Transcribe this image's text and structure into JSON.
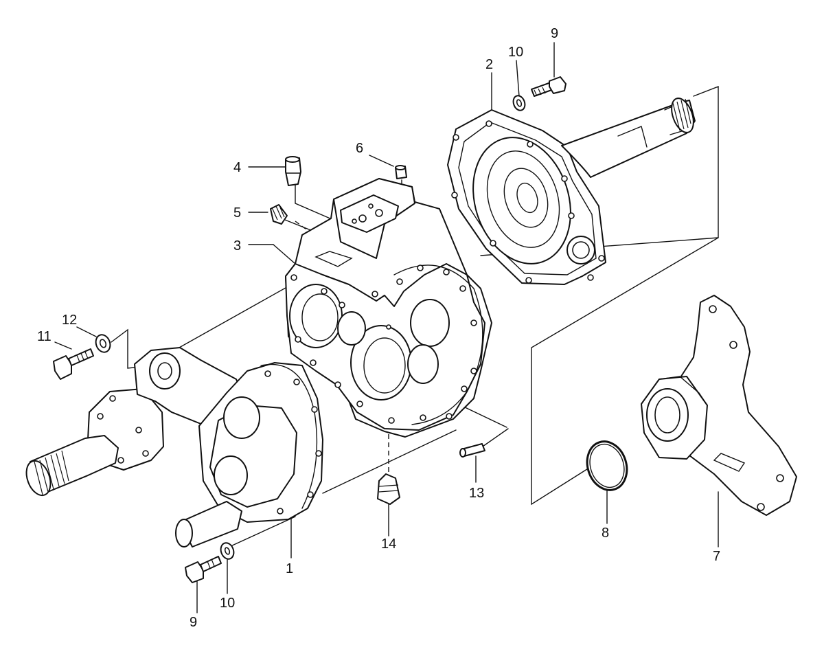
{
  "callouts": [
    "1",
    "2",
    "3",
    "4",
    "5",
    "6",
    "7",
    "8",
    "9",
    "9",
    "10",
    "10",
    "11",
    "12",
    "13",
    "14"
  ]
}
